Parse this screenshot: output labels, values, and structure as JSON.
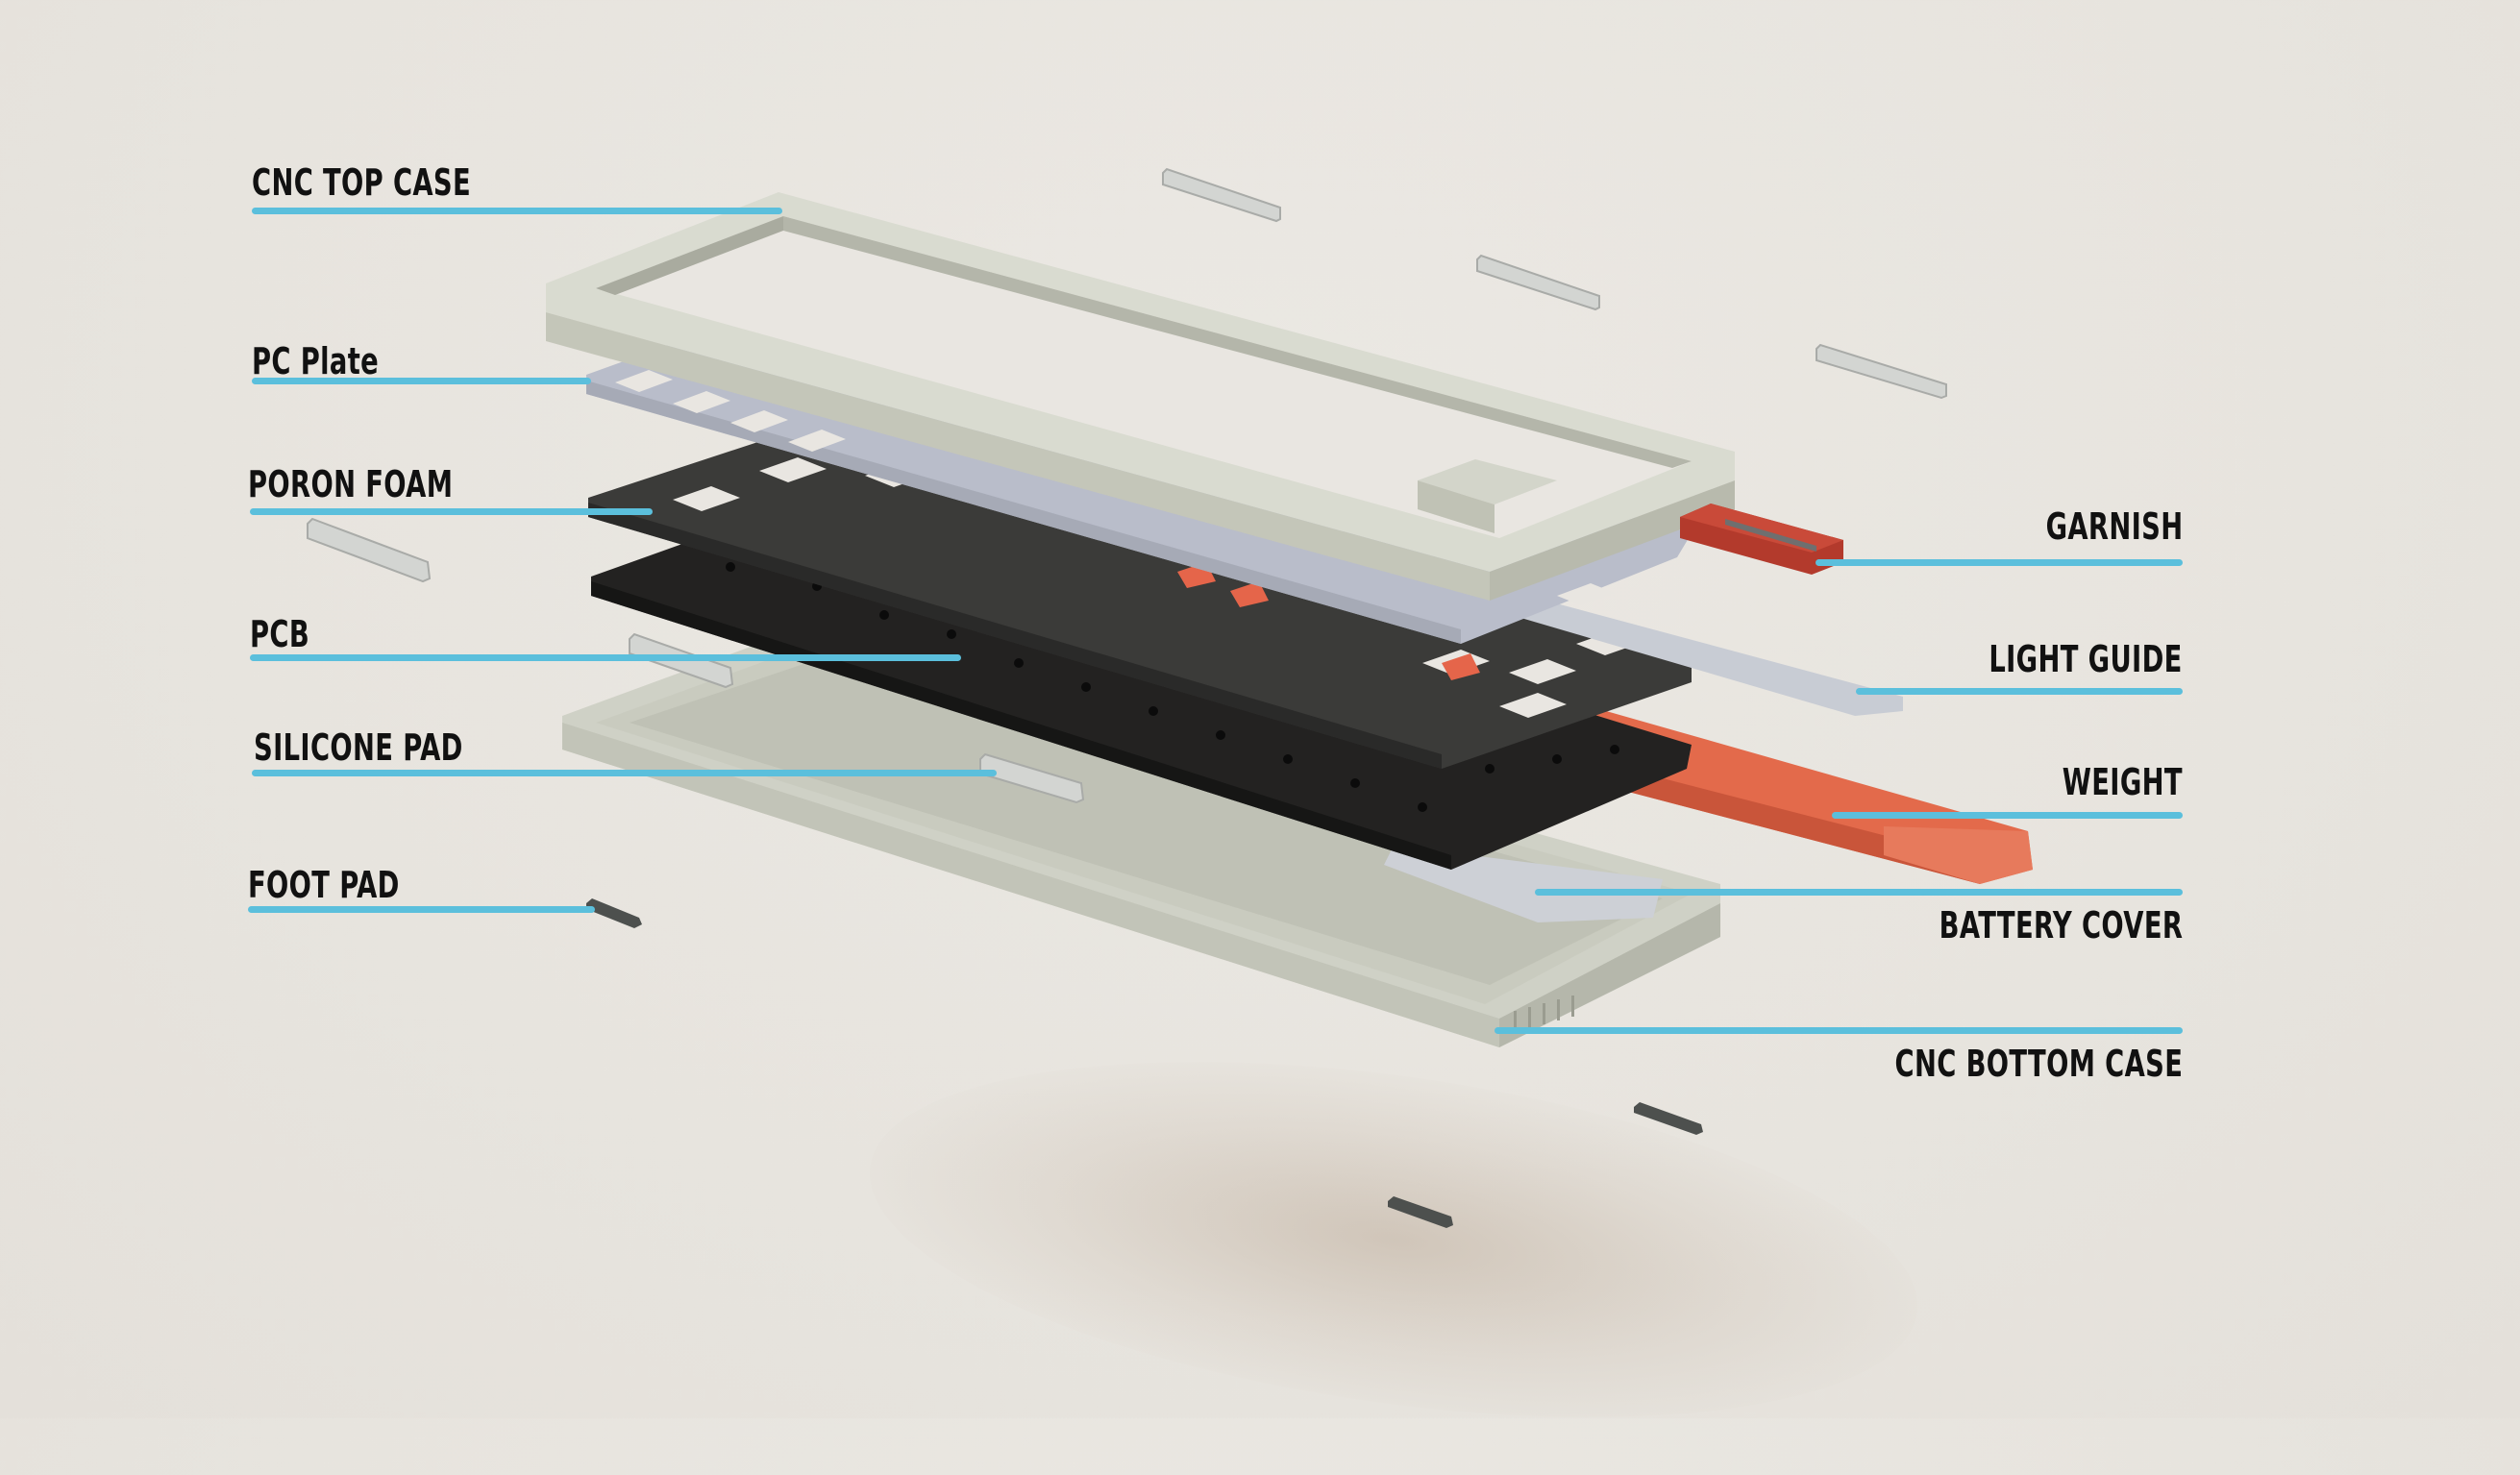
{
  "diagram": {
    "type": "exploded-view",
    "subject": "mechanical keyboard",
    "accent_line_color": "#5bbfdc",
    "text_color": "#111111",
    "background_color": "#e9e6e1"
  },
  "labels": {
    "left": [
      {
        "id": "cnc-top-case",
        "text": "CNC  TOP CASE"
      },
      {
        "id": "pc-plate",
        "text": "PC Plate"
      },
      {
        "id": "poron-foam",
        "text": "PORON FOAM"
      },
      {
        "id": "pcb",
        "text": "PCB"
      },
      {
        "id": "silicone-pad",
        "text": "SILICONE PAD"
      },
      {
        "id": "foot-pad",
        "text": "FOOT PAD"
      }
    ],
    "right": [
      {
        "id": "garnish",
        "text": "GARNISH"
      },
      {
        "id": "light-guide",
        "text": "LIGHT GUIDE"
      },
      {
        "id": "weight",
        "text": "WEIGHT"
      },
      {
        "id": "battery-cover",
        "text": "BATTERY COVER"
      },
      {
        "id": "cnc-bottom-case",
        "text": "CNC  BOTTOM CASE"
      }
    ]
  },
  "part_colors": {
    "case": "#d9dbd0",
    "case_shade": "#b9bbaf",
    "plate": "#b9bdca",
    "foam": "#3a3a38",
    "pcb": "#222120",
    "garnish": "#b33a2c",
    "weight": "#e36a4b",
    "light_guide": "#c8ccd4",
    "silicone": "#d3d5d2",
    "foot": "#4d504e"
  }
}
